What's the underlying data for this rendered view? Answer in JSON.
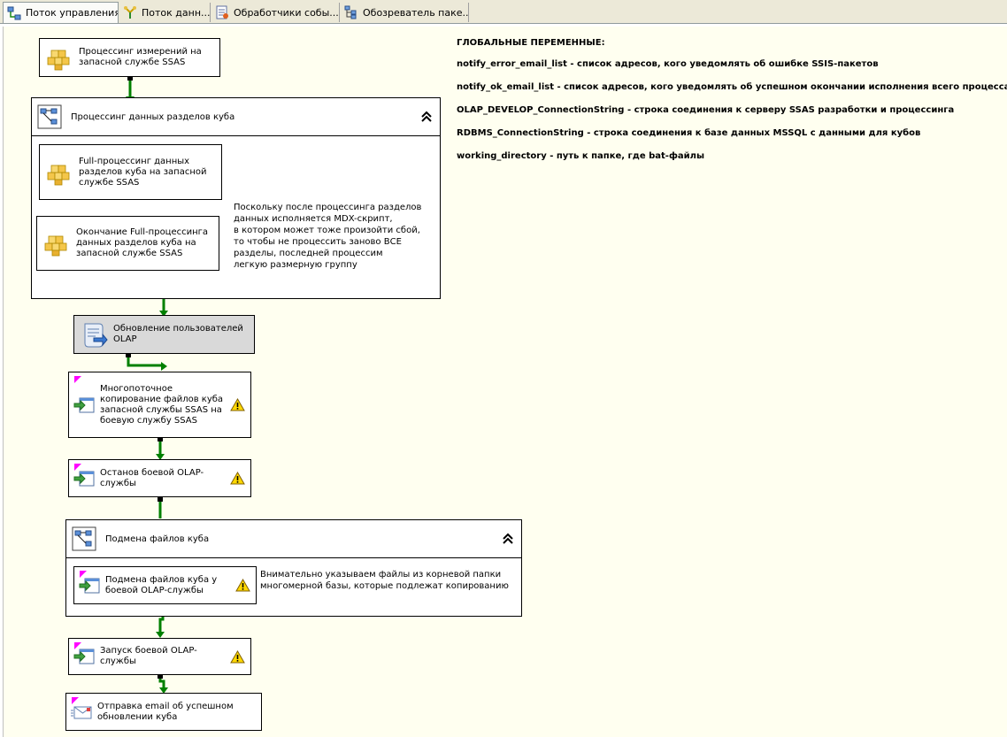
{
  "tabs": [
    {
      "label": "Поток управления",
      "icon": "control-flow-icon",
      "active": true
    },
    {
      "label": "Поток данн...",
      "icon": "data-flow-icon",
      "active": false
    },
    {
      "label": "Обработчики собы...",
      "icon": "event-handlers-icon",
      "active": false
    },
    {
      "label": "Обозреватель паке...",
      "icon": "package-explorer-icon",
      "active": false
    }
  ],
  "globals": {
    "title": "ГЛОБАЛЬНЫЕ  ПЕРЕМЕННЫЕ:",
    "lines": [
      "notify_error_email_list  - список адресов, кого уведомлять об ошибке SSIS-пакетов",
      "notify_ok_email_list - список адресов, кого уведомлять об успешном окончании исполнения всего процесса",
      "OLAP_DEVELOP_ConnectionString - строка соединения к серверу SSAS разработки и процессинга",
      "RDBMS_ConnectionString - строка соединения к базе данных MSSQL с данными для кубов",
      "working_directory - путь к папке, где bat-файлы"
    ]
  },
  "flow": {
    "task_dim_processing": {
      "label": "Процессинг измерений на запасной службе SSAS",
      "icon": "analysis-services-processing-icon"
    },
    "container_partitions": {
      "label": "Процессинг данных разделов куба",
      "icon": "sequence-container-icon",
      "collapse_icon": "collapse-chevron-icon"
    },
    "task_full_processing": {
      "label": "Full-процессинг данных разделов куба на запасной службе SSAS",
      "icon": "analysis-services-processing-icon"
    },
    "task_full_processing_end": {
      "label": "Окончание Full-процессинга данных разделов куба на запасной службе SSAS",
      "icon": "analysis-services-processing-icon"
    },
    "note_partitions": "Поскольку после процессинга разделов\nданных исполняется MDX-скрипт,\nв котором может тоже произойти сбой,\nто чтобы не процессить заново ВСЕ\nразделы, последней процессим\nлегкую размерную группу",
    "task_update_users": {
      "label": "Обновление пользователей OLAP",
      "icon": "script-task-icon"
    },
    "task_multithread_copy": {
      "label": "Многопоточное копирование файлов куба  запасной службы SSAS на боевую службу SSAS",
      "icon": "execute-process-icon",
      "warning_icon": "warning-icon"
    },
    "task_stop_olap": {
      "label": "Останов боевой OLAP-службы",
      "icon": "execute-process-icon",
      "warning_icon": "warning-icon"
    },
    "container_replace": {
      "label": "Подмена файлов куба",
      "icon": "sequence-container-icon",
      "collapse_icon": "collapse-chevron-icon"
    },
    "task_replace_files": {
      "label": "Подмена файлов куба  у боевой OLAP-службы",
      "icon": "execute-process-icon",
      "warning_icon": "warning-icon"
    },
    "note_replace": "Внимательно указываем файлы из корневой папки\nмногомерной базы, которые подлежат копированию",
    "task_start_olap": {
      "label": "Запуск боевой OLAP-службы",
      "icon": "execute-process-icon",
      "warning_icon": "warning-icon"
    },
    "task_send_email": {
      "label": "Отправка email об успешном обновлении куба",
      "icon": "send-mail-icon"
    }
  },
  "colors": {
    "canvas_bg": "#fffff0",
    "precedence_success": "#008000",
    "breakpoint_flag": "#ff00ff",
    "selected_task": "#d9d9d9"
  }
}
